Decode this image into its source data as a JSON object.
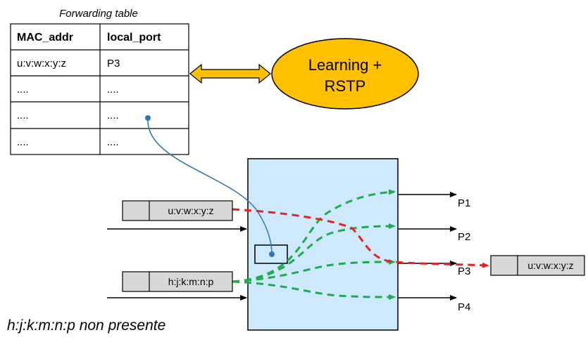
{
  "forwarding_table": {
    "caption": "Forwarding table",
    "headers": [
      "MAC_addr",
      "local_port"
    ],
    "rows": [
      [
        "u:v:w:x:y:z",
        "P3"
      ],
      [
        "....",
        "...."
      ],
      [
        "....",
        "...."
      ],
      [
        "....",
        "...."
      ]
    ]
  },
  "process": {
    "line1": "Learning +",
    "line2": "RSTP"
  },
  "frames": {
    "top_in": "u:v:w:x:y:z",
    "bottom_in": "h:j:k:m:n:p",
    "out": "u:v:w:x:y:z"
  },
  "ports": [
    "P1",
    "P2",
    "P3",
    "P4"
  ],
  "note": "h:j:k:m:n:p non presente",
  "colors": {
    "switch_fill": "#cde9fb",
    "ellipse_fill": "#ffc000",
    "arrow_fill": "#ffc000",
    "frame_fill": "#d8d8d8",
    "red_path": "#e8211f",
    "green_path": "#1fab4f",
    "lookup_line": "#2e75b6"
  }
}
